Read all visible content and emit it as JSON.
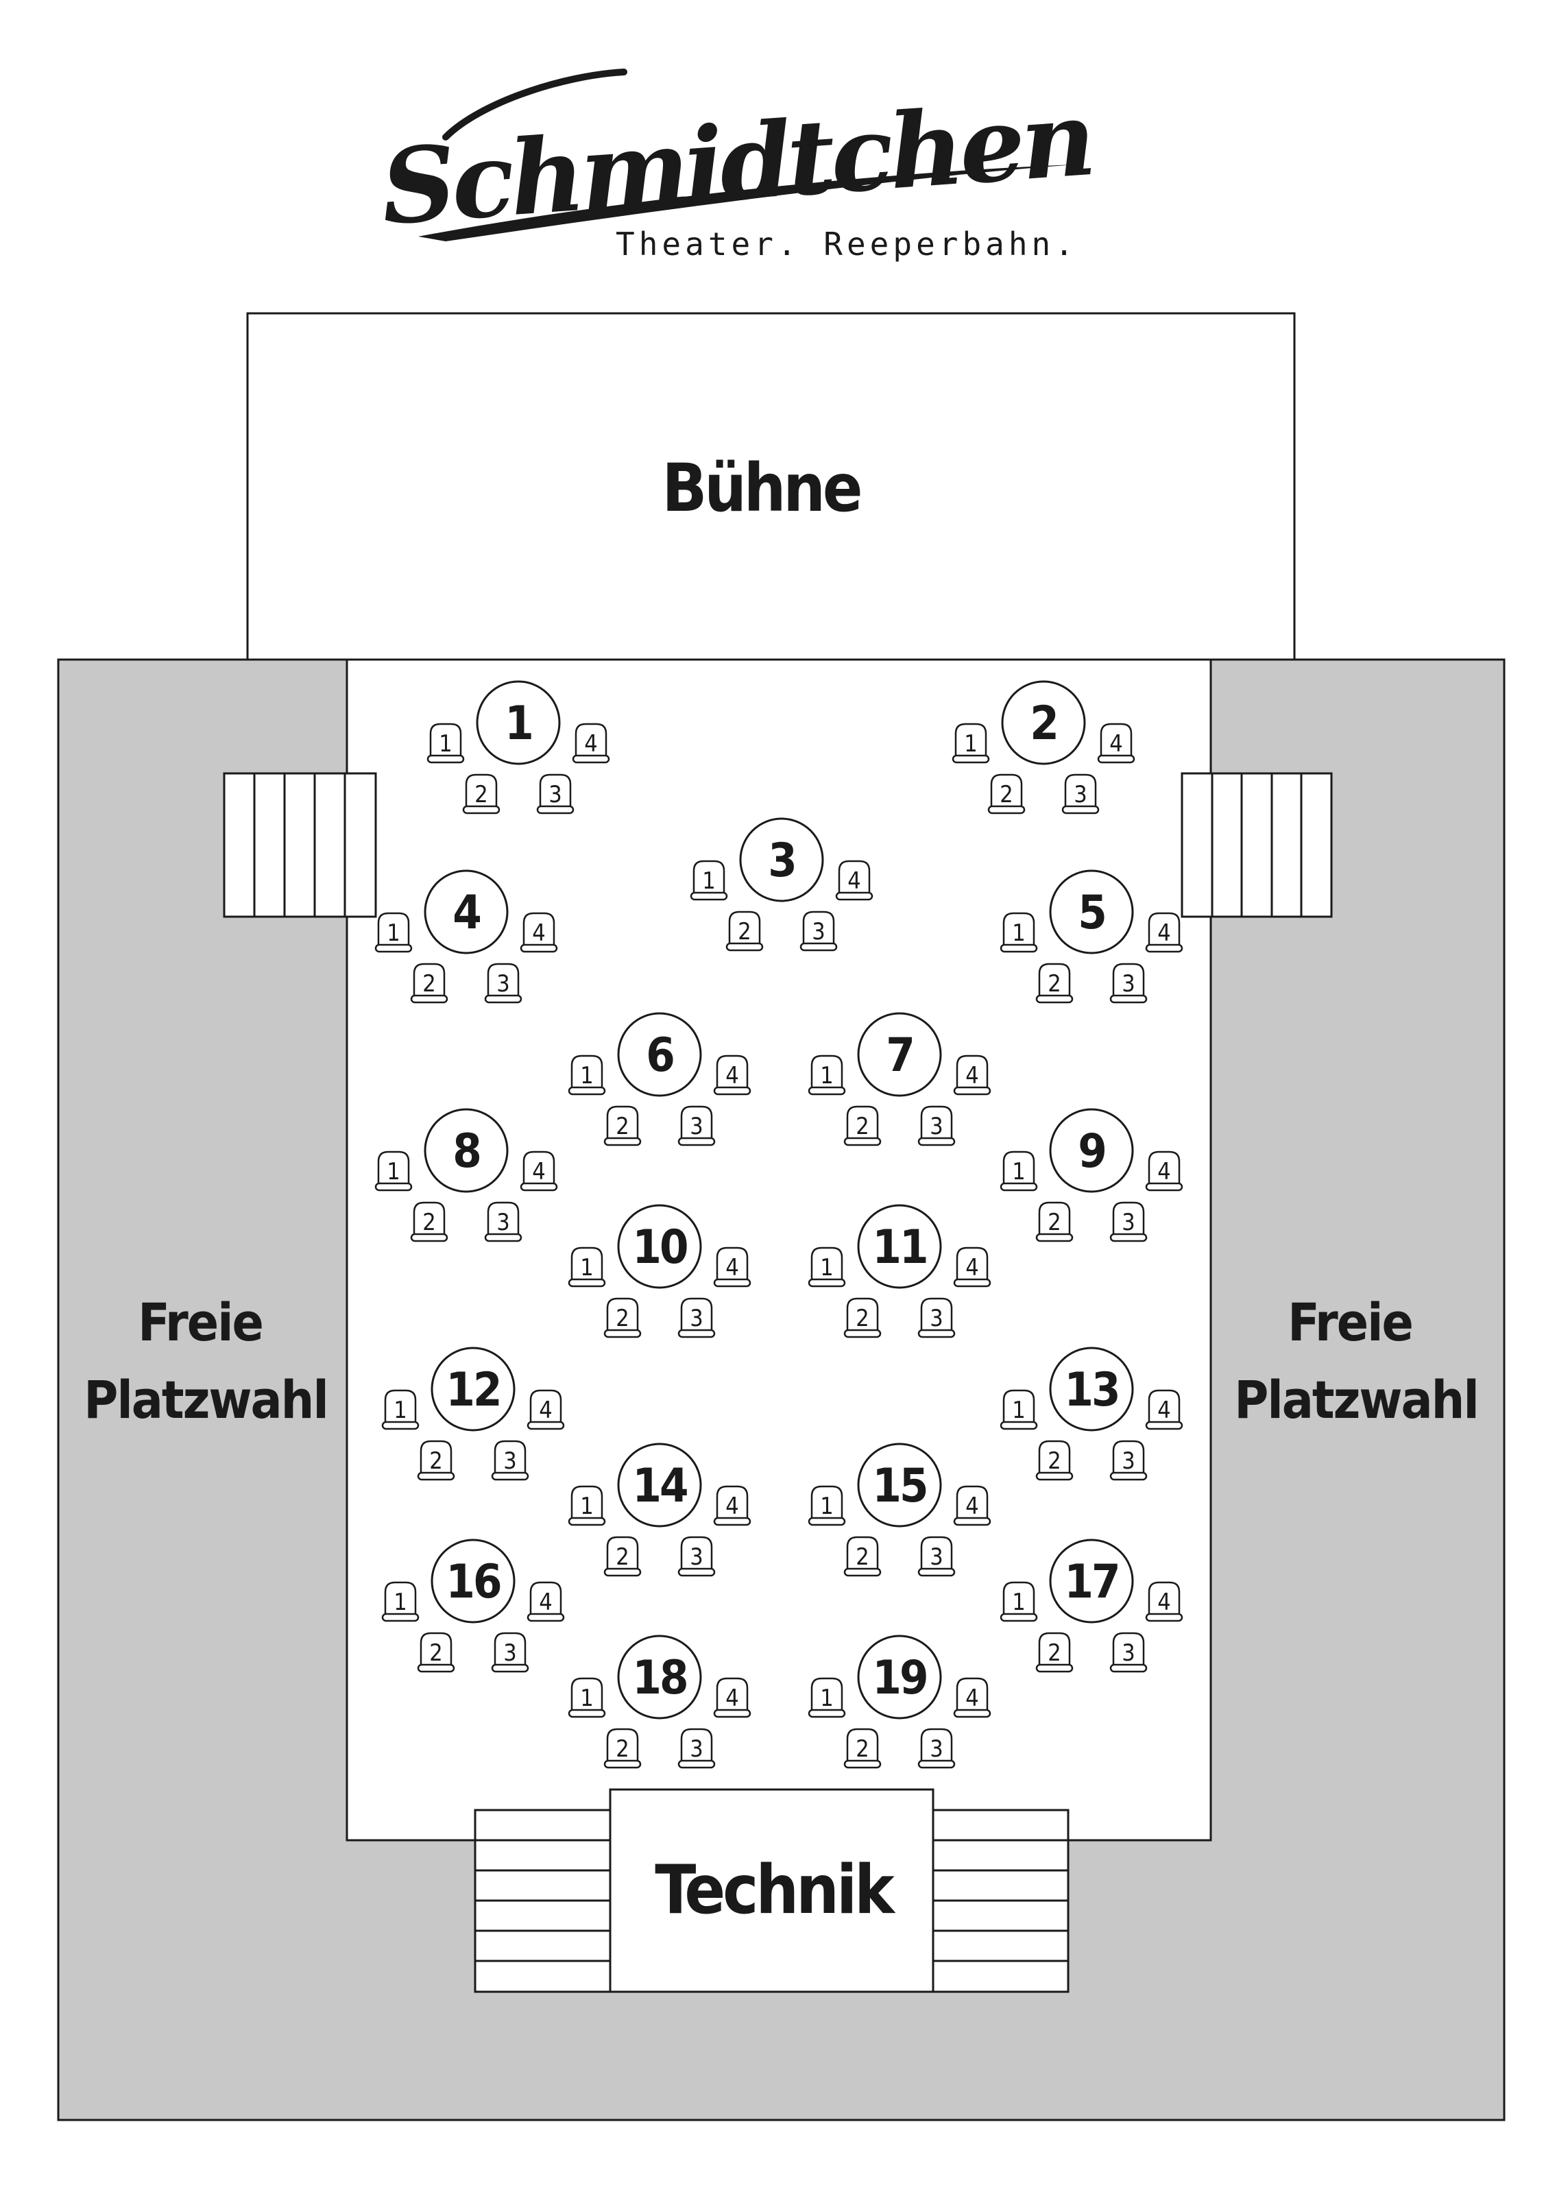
{
  "logo": {
    "wordmark": "Schmidtchen",
    "tagline": "Theater. Reeperbahn."
  },
  "stage": {
    "label": "Bühne"
  },
  "tech": {
    "label": "Technik"
  },
  "free_seating": {
    "left": {
      "line1": "Freie",
      "line2": "Platzwahl"
    },
    "right": {
      "line1": "Freie",
      "line2": "Platzwahl"
    }
  },
  "colors": {
    "gray_area": "#c8c8c8",
    "line": "#1a1a1a",
    "background": "#ffffff"
  },
  "chair_labels": [
    "1",
    "2",
    "3",
    "4"
  ],
  "tables": [
    {
      "number": "1"
    },
    {
      "number": "2"
    },
    {
      "number": "3"
    },
    {
      "number": "4"
    },
    {
      "number": "5"
    },
    {
      "number": "6"
    },
    {
      "number": "7"
    },
    {
      "number": "8"
    },
    {
      "number": "9"
    },
    {
      "number": "10"
    },
    {
      "number": "11"
    },
    {
      "number": "12"
    },
    {
      "number": "13"
    },
    {
      "number": "14"
    },
    {
      "number": "15"
    },
    {
      "number": "16"
    },
    {
      "number": "17"
    },
    {
      "number": "18"
    },
    {
      "number": "19"
    }
  ]
}
